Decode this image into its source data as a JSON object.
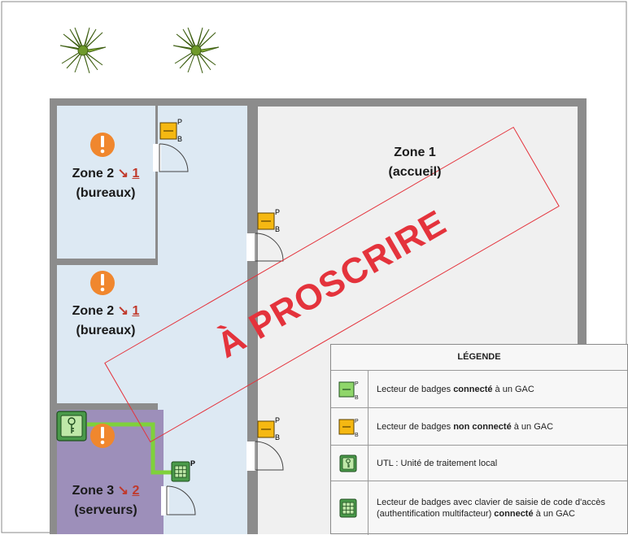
{
  "stamp": {
    "text": "À PROSCRIRE",
    "color": "#e4333c"
  },
  "zones": {
    "zone1": {
      "title": "Zone 1",
      "subtitle": "(accueil)"
    },
    "zone2a": {
      "title": "Zone 2",
      "arrow": "↘",
      "level": "1",
      "subtitle": "(bureaux)"
    },
    "zone2b": {
      "title": "Zone 2",
      "arrow": "↘",
      "level": "1",
      "subtitle": "(bureaux)"
    },
    "zone3": {
      "title": "Zone 3",
      "arrow": "↘",
      "level": "2",
      "subtitle": "(serveurs)"
    }
  },
  "reader_labels": {
    "p": "P",
    "b": "B"
  },
  "legend": {
    "title": "LÉGENDE",
    "rows": [
      {
        "icon": "green-badge-reader-icon",
        "before": "Lecteur de badges ",
        "bold": "connecté",
        "after": " à un GAC"
      },
      {
        "icon": "orange-badge-reader-icon",
        "before": "Lecteur de badges ",
        "bold": "non connecté",
        "after": " à un GAC"
      },
      {
        "icon": "utl-key-icon",
        "before": "UTL : Unité de traitement local",
        "bold": "",
        "after": ""
      },
      {
        "icon": "keypad-reader-icon",
        "before": "Lecteur de badges avec clavier de saisie de code d'accès (authentification multifacteur) ",
        "bold": "connecté",
        "after": " à un GAC"
      }
    ]
  },
  "colors": {
    "zone1": "#f0f0f0",
    "zone2": "#dde9f3",
    "zone3": "#9d8fba",
    "wall": "#8c8c8c",
    "alert": "#f0872e",
    "reader_connected": "#8fd66a",
    "reader_not_connected": "#f5b812",
    "cable": "#7fd13b"
  }
}
